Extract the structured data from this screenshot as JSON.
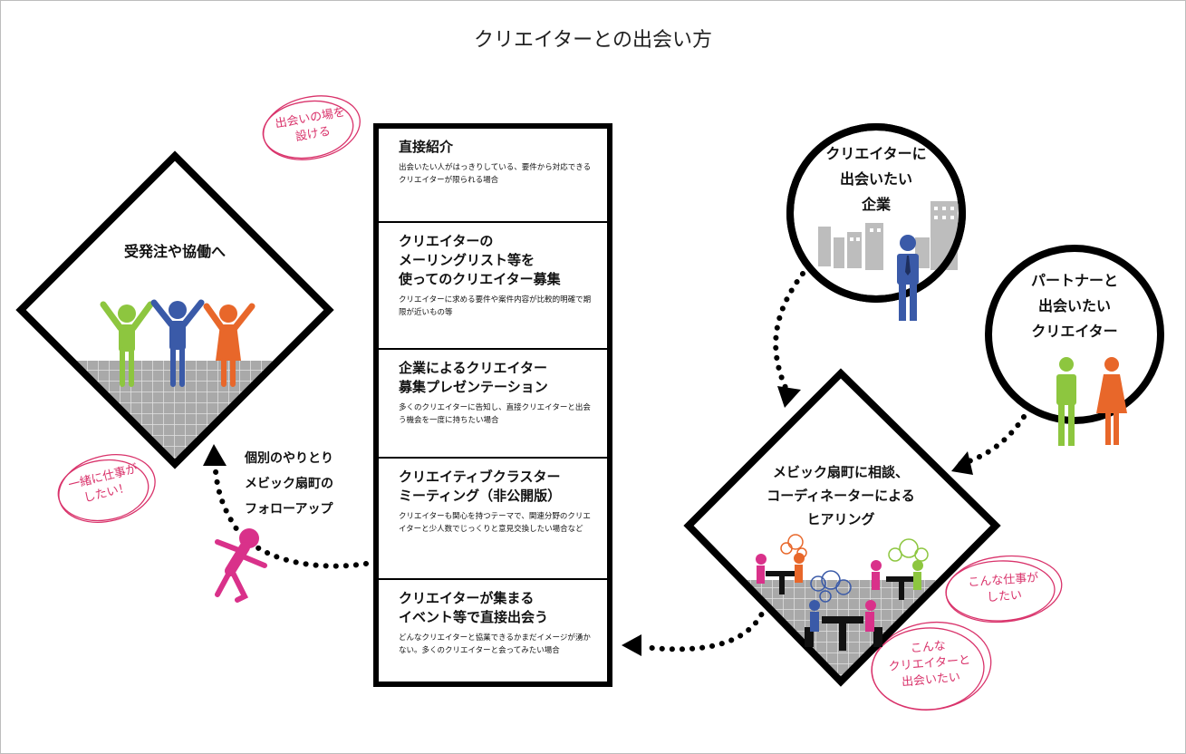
{
  "title": "クリエイターとの出会い方",
  "left_diamond": {
    "label": "受発注や協働へ"
  },
  "box_sections": [
    {
      "title": "直接紹介",
      "desc": "出会いたい人がはっきりしている、要件から対応できるクリエイターが限られる場合"
    },
    {
      "title": "クリエイターの\nメーリングリスト等を\n使ってのクリエイター募集",
      "desc": "クリエイターに求める要件や案件内容が比較的明確で期限が近いもの等"
    },
    {
      "title": "企業によるクリエイター\n募集プレゼンテーション",
      "desc": "多くのクリエイターに告知し、直接クリエイターと出会う機会を一度に持ちたい場合"
    },
    {
      "title": "クリエイティブクラスター\nミーティング（非公開版）",
      "desc": "クリエイターも関心を持つテーマで、関連分野のクリエイターと少人数でじっくりと意見交換したい場合など"
    },
    {
      "title": "クリエイターが集まる\nイベント等で直接出会う",
      "desc": "どんなクリエイターと協業できるかまだイメージが湧かない。多くのクリエイターと会ってみたい場合"
    }
  ],
  "mid_text": [
    "個別のやりとり",
    "メビック扇町の",
    "フォローアップ"
  ],
  "circle_company": [
    "クリエイターに",
    "出会いたい",
    "企業"
  ],
  "circle_creator": [
    "パートナーと",
    "出会いたい",
    "クリエイター"
  ],
  "right_diamond": [
    "メビック扇町に相談、",
    "コーディネーターによる",
    "ヒアリング"
  ],
  "handwritten": {
    "top_left": [
      "出会いの場を",
      "設ける"
    ],
    "left": [
      "一緒に仕事が",
      "したい！"
    ],
    "right_top": [
      "こんな仕事が",
      "したい"
    ],
    "right_bottom": [
      "こんな",
      "クリエイターと",
      "出会いたい"
    ]
  },
  "colors": {
    "green": "#8dc63f",
    "blue": "#3a5aa8",
    "orange": "#e8672a",
    "pink": "#d9318a",
    "handwriting": "#d9336b",
    "gray": "#9a9a9a"
  }
}
